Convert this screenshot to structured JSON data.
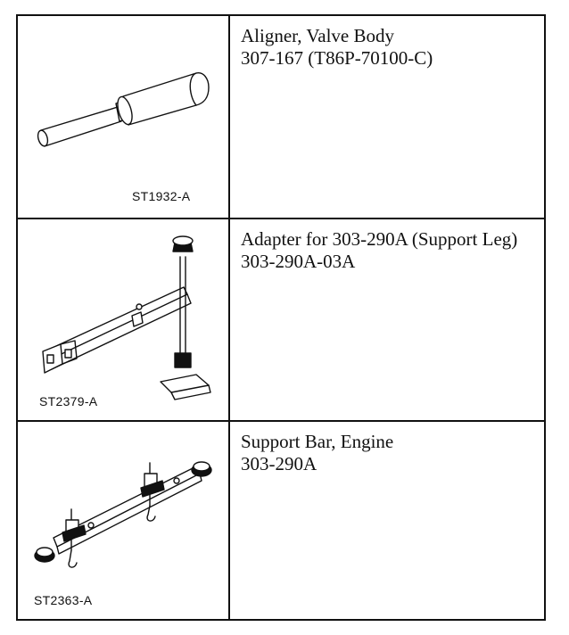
{
  "tools": [
    {
      "illustration_code": "ST1932-A",
      "name": "Aligner, Valve Body",
      "part_number": "307-167 (T86P-70100-C)",
      "illustration_icon": "valve-body-aligner-icon"
    },
    {
      "illustration_code": "ST2379-A",
      "name": "Adapter for 303-290A (Support Leg)",
      "part_number": "303-290A-03A",
      "illustration_icon": "support-leg-adapter-icon"
    },
    {
      "illustration_code": "ST2363-A",
      "name": "Support Bar, Engine",
      "part_number": "303-290A",
      "illustration_icon": "engine-support-bar-icon"
    }
  ]
}
